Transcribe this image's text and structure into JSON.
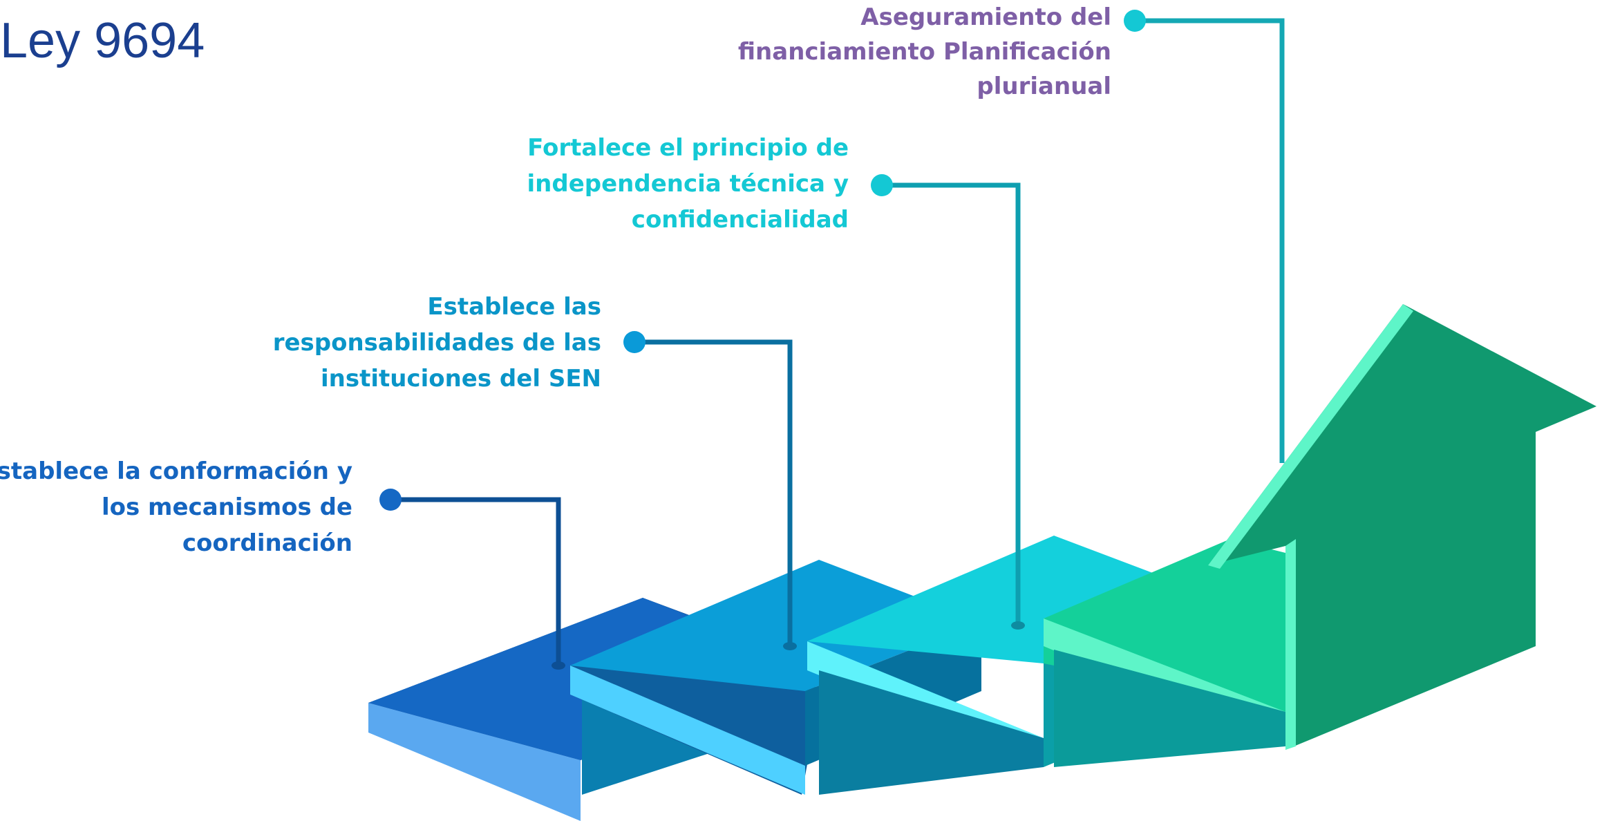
{
  "title": "Ley 9694",
  "steps": [
    {
      "lines": [
        "Establece la conformación y",
        "los mecanismos de",
        "coordinación"
      ],
      "color": "#1565c0"
    },
    {
      "lines": [
        "Establece las",
        "responsabilidades de las",
        "instituciones del SEN"
      ],
      "color": "#0a95c8"
    },
    {
      "lines": [
        "Fortalece el principio de",
        "independencia técnica y",
        "confidencialidad"
      ],
      "color": "#14c8d4"
    },
    {
      "lines": [
        "Aseguramiento del",
        "financiamiento Planificación",
        "plurianual"
      ],
      "color": "#7e5fa6"
    }
  ],
  "colors": {
    "step1": "#1565c0",
    "step2": "#0a9ad8",
    "step3": "#14c8d4",
    "step4": "#16c995",
    "arrow": "#10996f"
  }
}
